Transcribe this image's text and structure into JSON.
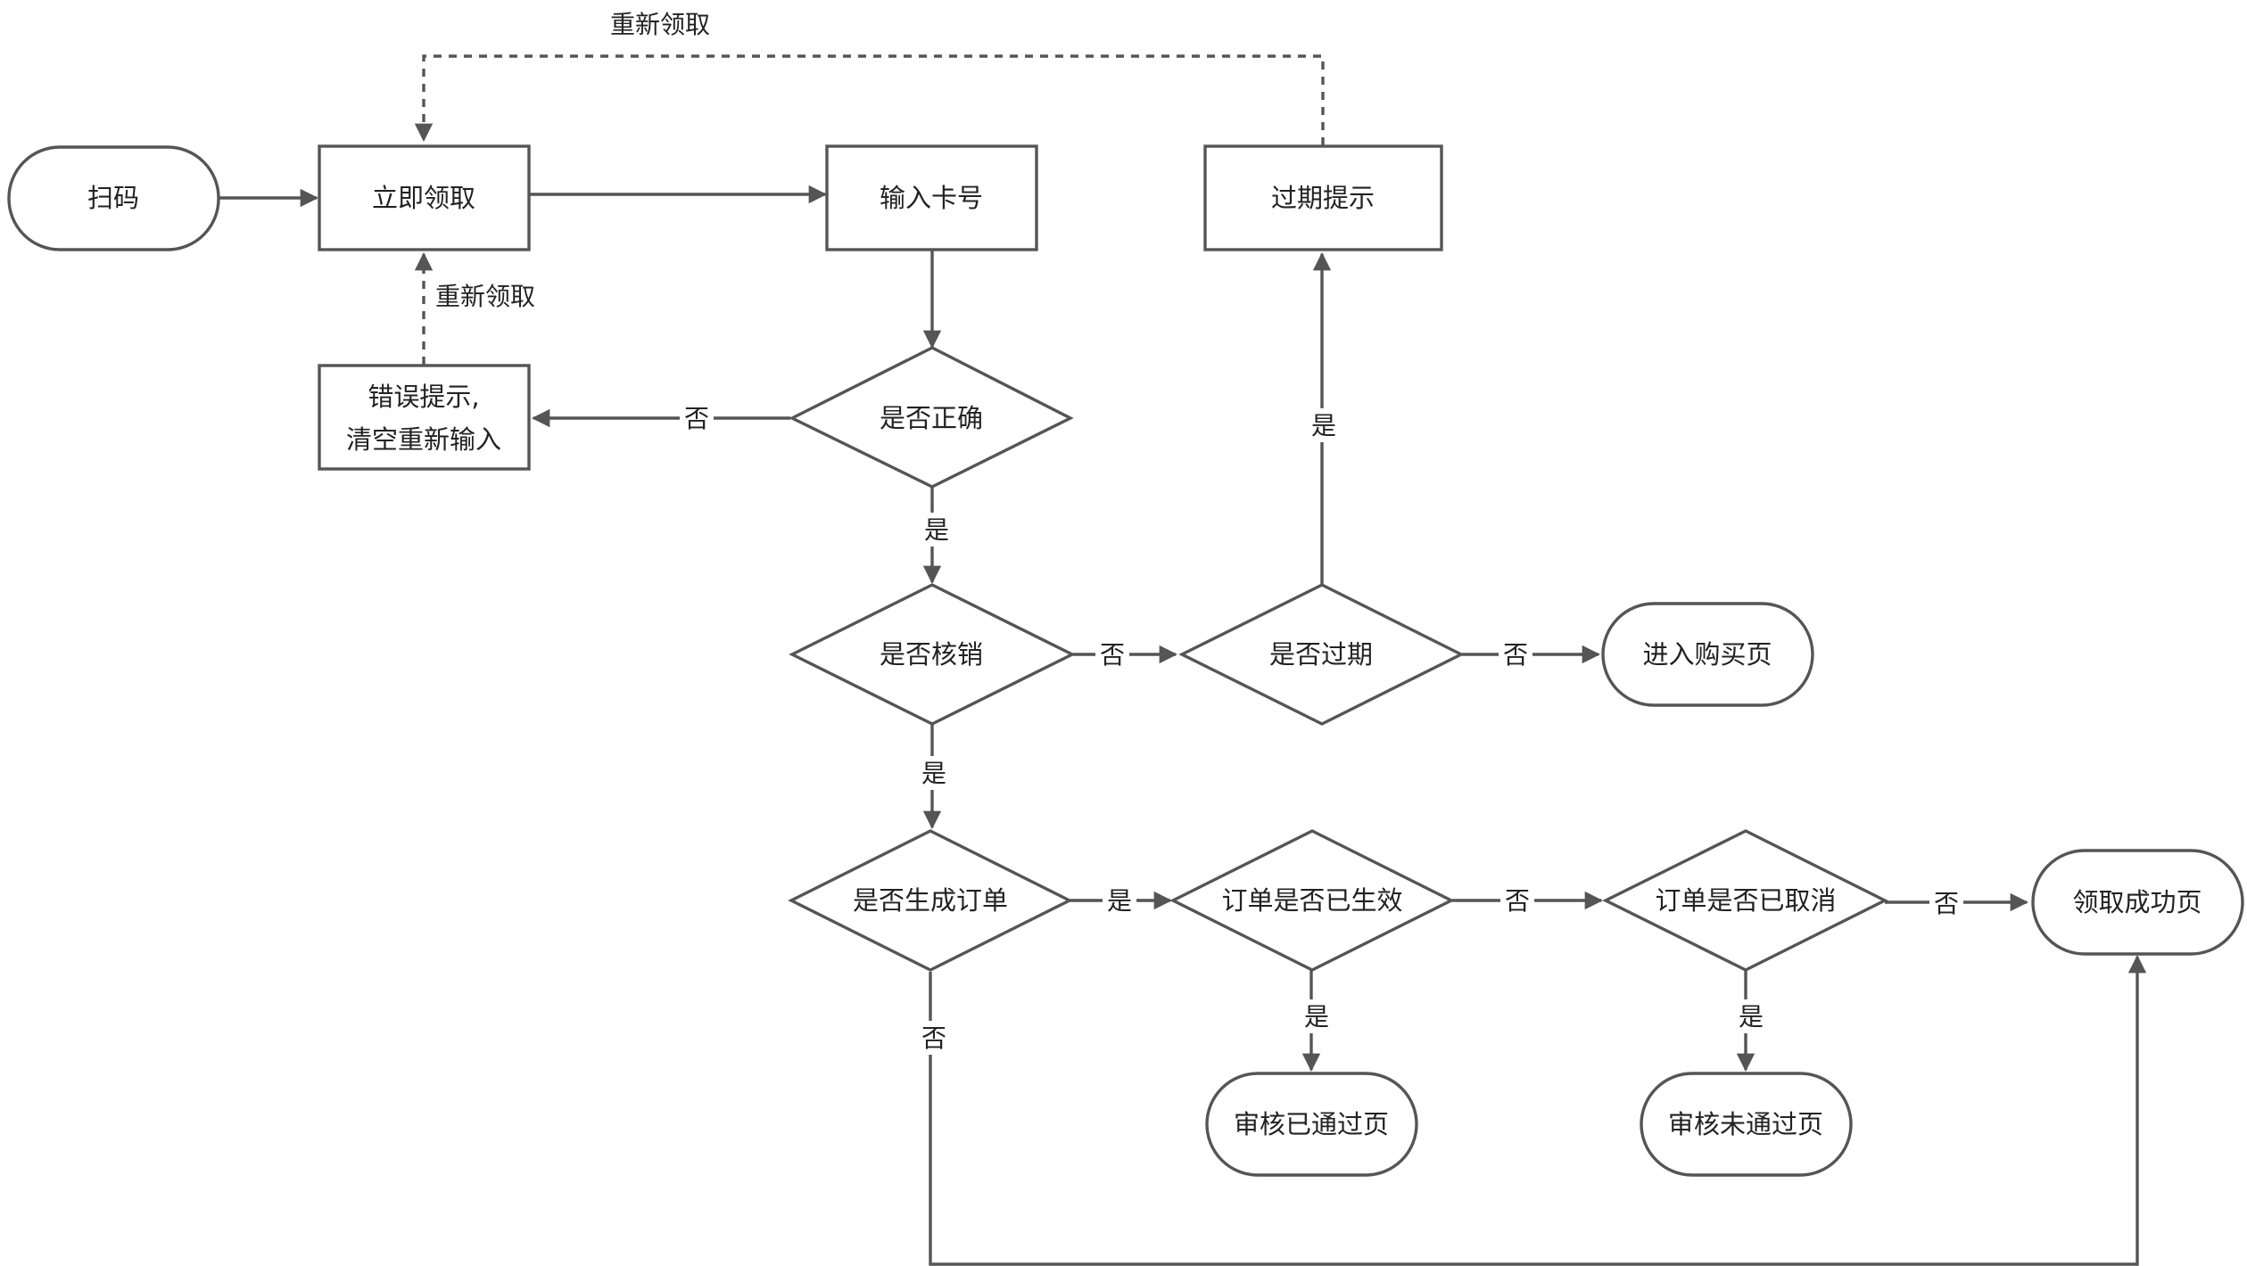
{
  "nodes": {
    "scan": "扫码",
    "claim_now": "立即领取",
    "enter_card": "输入卡号",
    "expired_tip": "过期提示",
    "error_tip_line1": "错误提示,",
    "error_tip_line2": "清空重新输入",
    "is_correct": "是否正确",
    "is_redeemed": "是否核销",
    "is_expired": "是否过期",
    "purchase_page": "进入购买页",
    "order_created": "是否生成订单",
    "order_effective": "订单是否已生效",
    "order_cancelled": "订单是否已取消",
    "claim_success": "领取成功页",
    "review_passed": "审核已通过页",
    "review_failed": "审核未通过页"
  },
  "edges": {
    "reclaim_top": "重新领取",
    "reclaim_left": "重新领取",
    "correct_no": "否",
    "correct_yes": "是",
    "expired_yes": "是",
    "redeemed_no": "否",
    "expired_no": "否",
    "redeemed_yes": "是",
    "order_yes": "是",
    "effective_no": "否",
    "cancelled_no": "否",
    "order_no": "否",
    "effective_yes": "是",
    "cancelled_yes": "是"
  },
  "colors": {
    "stroke": "#555555",
    "text": "#222222",
    "background": "#ffffff"
  }
}
